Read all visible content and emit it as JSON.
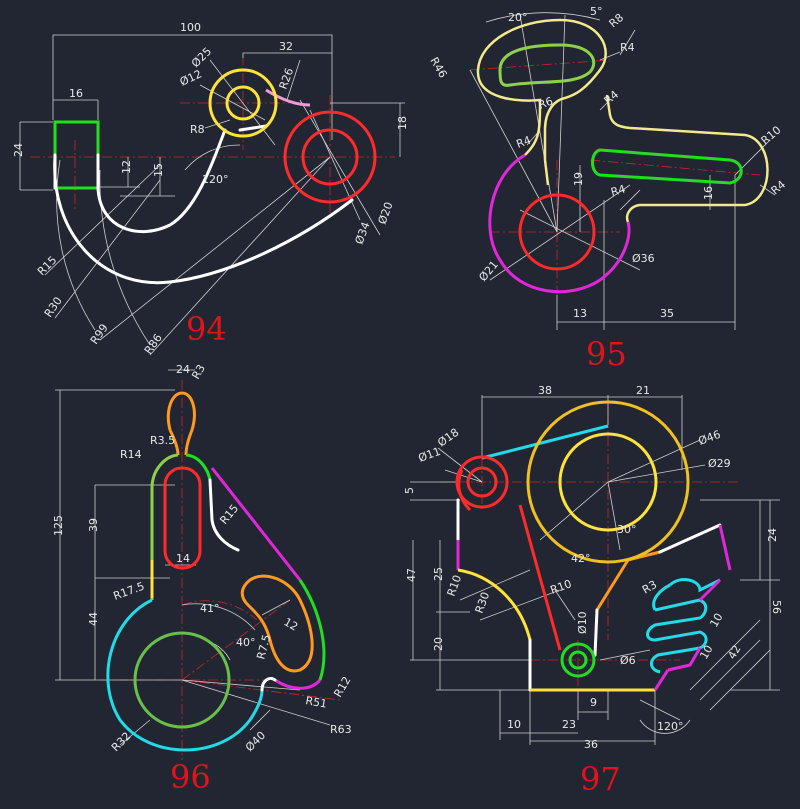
{
  "drawings": [
    {
      "number": "94",
      "labels": [
        "100",
        "32",
        "16",
        "24",
        "Ø25",
        "Ø12",
        "R26",
        "R8",
        "18",
        "12",
        "15",
        "120°",
        "R15",
        "R30",
        "R99",
        "R86",
        "Ø34",
        "Ø20"
      ]
    },
    {
      "number": "95",
      "labels": [
        "20°",
        "5°",
        "R8",
        "R4",
        "R46",
        "R6",
        "R4",
        "R4",
        "R10",
        "R4",
        "19",
        "R4",
        "16",
        "Ø21",
        "Ø36",
        "13",
        "35"
      ]
    },
    {
      "number": "96",
      "labels": [
        "24",
        "R3",
        "R3.5",
        "R14",
        "39",
        "R15",
        "14",
        "125",
        "R17.5",
        "44",
        "41°",
        "40°",
        "12",
        "R7.5",
        "R51",
        "R12",
        "R63",
        "R32",
        "Ø40"
      ]
    },
    {
      "number": "97",
      "labels": [
        "38",
        "21",
        "Ø18",
        "Ø46",
        "Ø11",
        "Ø29",
        "5",
        "30°",
        "24",
        "42°",
        "47",
        "25",
        "R10",
        "R30",
        "R10",
        "R3",
        "56",
        "Ø10",
        "10",
        "10",
        "42",
        "20",
        "Ø6",
        "10",
        "23",
        "9",
        "120°",
        "36"
      ]
    }
  ]
}
